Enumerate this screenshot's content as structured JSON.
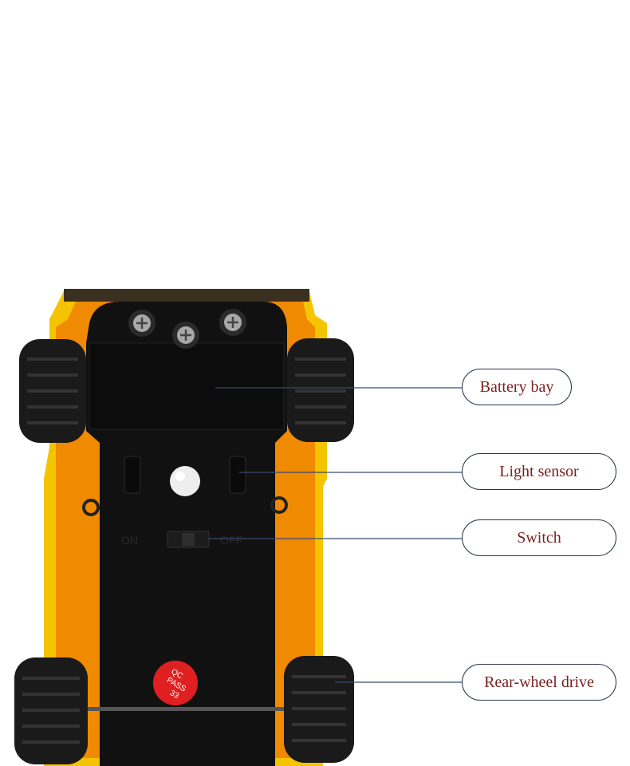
{
  "colors": {
    "label_text": "#7a1f1f",
    "callout_border": "#2b3550",
    "leader_line": "#3a4a70",
    "chassis": "#111111",
    "body": "#f5c400",
    "accent": "#f08a00",
    "tire": "#1a1a1a",
    "qc_sticker": "#e02020"
  },
  "photo": {
    "switch_on_label": "ON",
    "switch_off_label": "OFF",
    "sticker": {
      "line1": "QC",
      "line2": "PASS",
      "line3": "33"
    }
  },
  "callouts": [
    {
      "id": "battery-bay",
      "label": "Battery bay"
    },
    {
      "id": "light-sensor",
      "label": "Light sensor"
    },
    {
      "id": "switch",
      "label": "Switch"
    },
    {
      "id": "rear-wheel-drive",
      "label": "Rear-wheel drive"
    }
  ]
}
